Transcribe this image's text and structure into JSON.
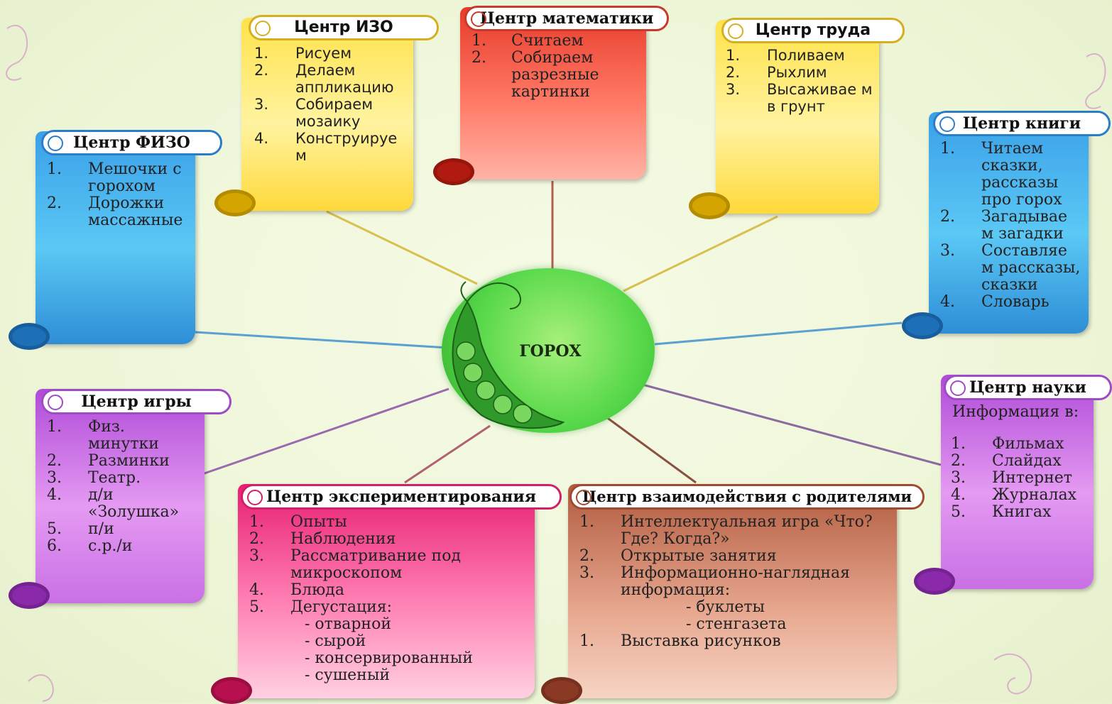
{
  "center": {
    "title": "ГОРОХ",
    "icon": "pea-pod-icon"
  },
  "colors": {
    "background": "#eef6d8",
    "fizo": "#3aa0e8",
    "izo": "#ffe24a",
    "math": "#e83a2a",
    "work": "#ffe24a",
    "books": "#3aa0e8",
    "games": "#b04ad8",
    "science": "#b04ad8",
    "experiment": "#e81e72",
    "parents": "#b05a3e"
  },
  "boxes": {
    "fizo": {
      "title": "Центр ФИЗО",
      "items": [
        {
          "n": "1.",
          "text": "Мешочки с горохом"
        },
        {
          "n": "2.",
          "text": "Дорожки массажные"
        }
      ]
    },
    "izo": {
      "title": "Центр ИЗО",
      "items": [
        {
          "n": "1.",
          "text": "Рисуем"
        },
        {
          "n": "2.",
          "text": "Делаем аппликацию"
        },
        {
          "n": "3.",
          "text": "Собираем мозаику"
        },
        {
          "n": "4.",
          "text": "Конструируе м"
        }
      ]
    },
    "math": {
      "title": "Центр математики",
      "items": [
        {
          "n": "1.",
          "text": "Считаем"
        },
        {
          "n": "2.",
          "text": "Собираем разрезные картинки"
        }
      ]
    },
    "work": {
      "title": "Центр труда",
      "items": [
        {
          "n": "1.",
          "text": "Поливаем"
        },
        {
          "n": "2.",
          "text": "Рыхлим"
        },
        {
          "n": "3.",
          "text": "Высаживае м в грунт"
        }
      ]
    },
    "books": {
      "title": "Центр книги",
      "items": [
        {
          "n": "1.",
          "text": "Читаем сказки, рассказы про горох"
        },
        {
          "n": "2.",
          "text": "Загадывае м загадки"
        },
        {
          "n": "3.",
          "text": "Составляе м рассказы, сказки"
        },
        {
          "n": "4.",
          "text": "Словарь"
        }
      ]
    },
    "games": {
      "title": "Центр игры",
      "items": [
        {
          "n": "1.",
          "text": "Физ. минутки"
        },
        {
          "n": "2.",
          "text": "Разминки"
        },
        {
          "n": "3.",
          "text": "Театр."
        },
        {
          "n": "4.",
          "text": "д/и «Золушка»"
        },
        {
          "n": "5.",
          "text": "п/и"
        },
        {
          "n": "6.",
          "text": "с.р./и"
        }
      ]
    },
    "science": {
      "title": "Центр науки",
      "intro": "Информация в:",
      "items": [
        {
          "n": "1.",
          "text": "Фильмах"
        },
        {
          "n": "2.",
          "text": "Слайдах"
        },
        {
          "n": "3.",
          "text": "Интернет"
        },
        {
          "n": "4.",
          "text": "Журналах"
        },
        {
          "n": "5.",
          "text": "Книгах"
        }
      ]
    },
    "experiment": {
      "title": "Центр экспериментирования",
      "items": [
        {
          "n": "1.",
          "text": "Опыты"
        },
        {
          "n": "2.",
          "text": "Наблюдения"
        },
        {
          "n": "3.",
          "text": "Рассматривание под микроскопом"
        },
        {
          "n": "4.",
          "text": "Блюда"
        },
        {
          "n": "5.",
          "text": "Дегустация:"
        }
      ],
      "subitems": [
        "- отварной",
        "- сырой",
        "- консервированный",
        "- сушеный"
      ]
    },
    "parents": {
      "title": "Центр взаимодействия с родителями",
      "items": [
        {
          "n": "1.",
          "text": "Интеллектуальная игра «Что? Где? Когда?»"
        },
        {
          "n": "2.",
          "text": "Открытые занятия"
        },
        {
          "n": "3.",
          "text": "Информационно-наглядная информация:"
        }
      ],
      "subitems": [
        "- буклеты",
        "- стенгазета"
      ],
      "extra": {
        "n": "1.",
        "text": "Выставка рисунков"
      }
    }
  }
}
